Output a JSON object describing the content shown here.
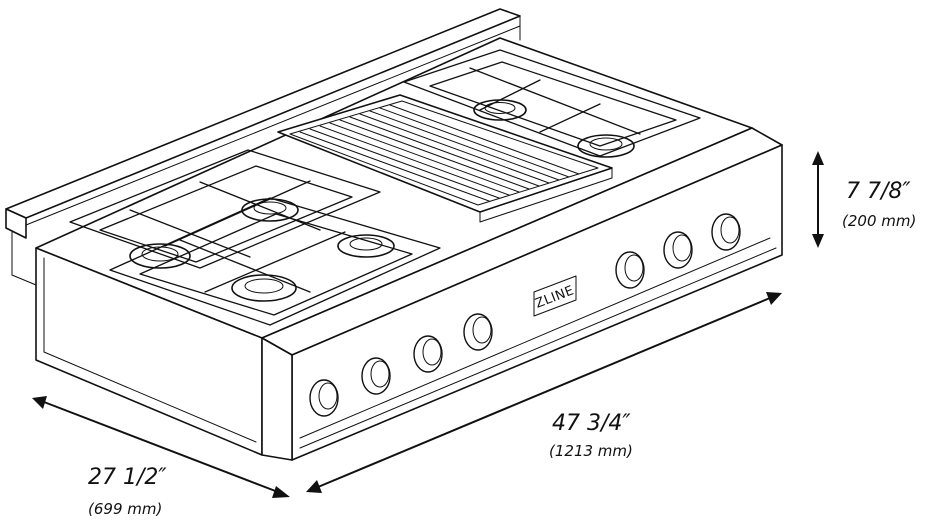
{
  "brand": "ZLINE",
  "dimensions": {
    "width": {
      "label": "47 3/4″",
      "metric": "(1213 mm)"
    },
    "depth": {
      "label": "27 1/2″",
      "metric": "(699 mm)"
    },
    "height": {
      "label": "7 7/8″",
      "metric": "(200 mm)"
    }
  }
}
